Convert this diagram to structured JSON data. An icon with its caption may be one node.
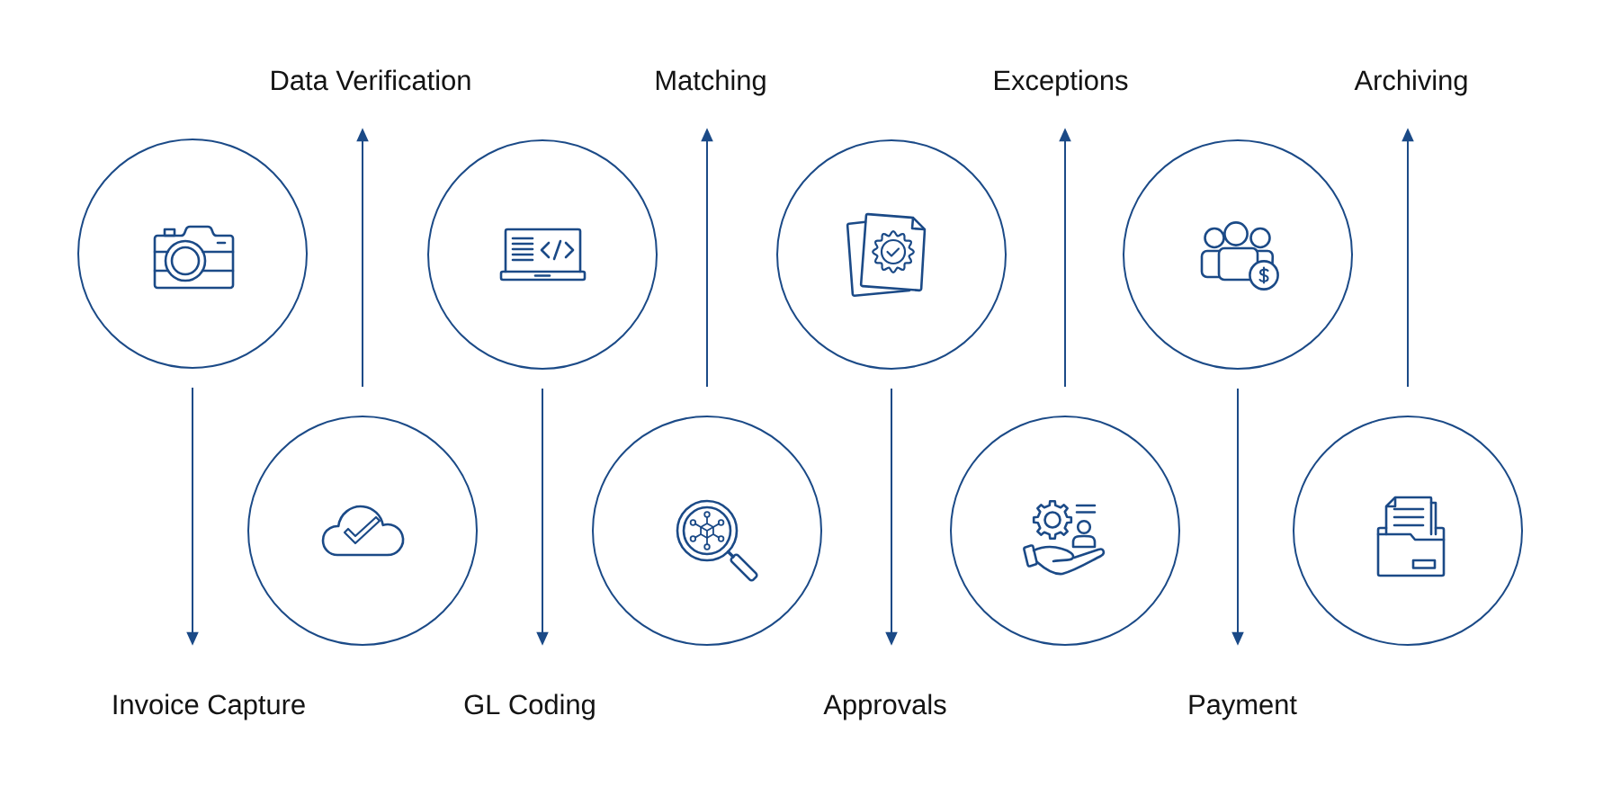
{
  "diagram": {
    "nodes": [
      {
        "text": [],
        "shape": "circle"
      },
      {
        "text": [
          "Invoice Capture"
        ]
      },
      {
        "text": [],
        "shape": "circle"
      },
      {
        "text": [
          "Data Verification"
        ]
      },
      {
        "text": [],
        "shape": "circle"
      },
      {
        "text": [
          "GL Coding"
        ]
      },
      {
        "text": [],
        "shape": "circle"
      },
      {
        "text": [
          "Matching"
        ]
      },
      {
        "text": [],
        "shape": "circle"
      },
      {
        "text": [
          "Approvals"
        ]
      },
      {
        "text": [],
        "shape": "circle"
      },
      {
        "text": [
          "Exceptions"
        ]
      },
      {
        "text": [],
        "shape": "circle"
      },
      {
        "text": [
          "Payment"
        ]
      },
      {
        "text": [],
        "shape": "circle"
      },
      {
        "text": [
          "Archiving"
        ]
      }
    ],
    "edges": [
      {
        "from": 0,
        "to": 1,
        "arrow": "to"
      },
      {
        "from": 2,
        "to": 3,
        "arrow": "to"
      },
      {
        "from": 4,
        "to": 5,
        "arrow": "to"
      },
      {
        "from": 6,
        "to": 7,
        "arrow": "to"
      },
      {
        "from": 8,
        "to": 9,
        "arrow": "to"
      },
      {
        "from": 10,
        "to": 11,
        "arrow": "to"
      },
      {
        "from": 12,
        "to": 13,
        "arrow": "to"
      },
      {
        "from": 14,
        "to": 15,
        "arrow": "to"
      }
    ]
  }
}
